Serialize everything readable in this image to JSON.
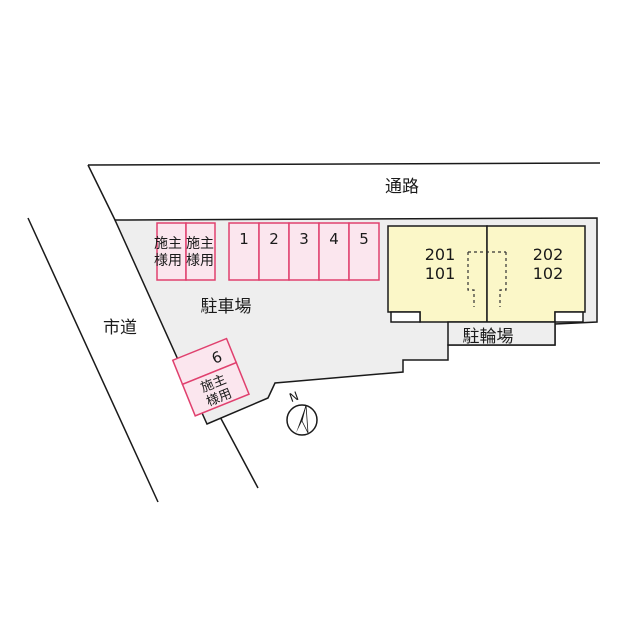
{
  "labels": {
    "road_top": "通路",
    "road_left": "市道",
    "parking": "駐車場",
    "bicycle_parking": "駐輪場",
    "north": "N"
  },
  "parking_spaces": {
    "numbered": [
      "1",
      "2",
      "3",
      "4",
      "5"
    ],
    "owner_space": [
      "施主",
      "様用"
    ],
    "space_6": "6"
  },
  "units": {
    "left": {
      "upper": "201",
      "lower": "101"
    },
    "right": {
      "upper": "202",
      "lower": "102"
    }
  },
  "colors": {
    "parking_outline": "#e0406e",
    "parking_fill": "#fbe6ee",
    "lot_fill": "#eeeeee",
    "building_fill": "#fbf7c8",
    "line": "#1a1a1a"
  }
}
